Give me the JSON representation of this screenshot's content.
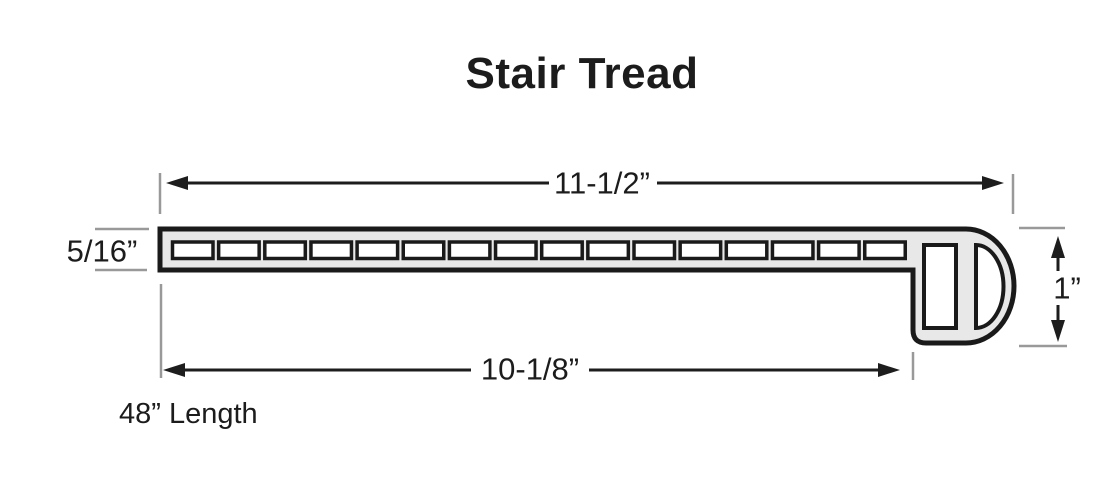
{
  "title": "Stair Tread",
  "dimensions": {
    "top_width": "11-1/2”",
    "thickness": "5/16”",
    "bottom_width": "10-1/8”",
    "nose_height": "1”",
    "length_note": "48” Length"
  },
  "profile": {
    "strip_slot_count": 16,
    "nose_slot_count": 1
  },
  "colors": {
    "background": "#ffffff",
    "profile_fill": "#e8e8e8",
    "profile_outline": "#1a1a1a",
    "dimension_line": "#1d1d1d",
    "extension_line": "#999999",
    "text": "#1c1c1c"
  }
}
